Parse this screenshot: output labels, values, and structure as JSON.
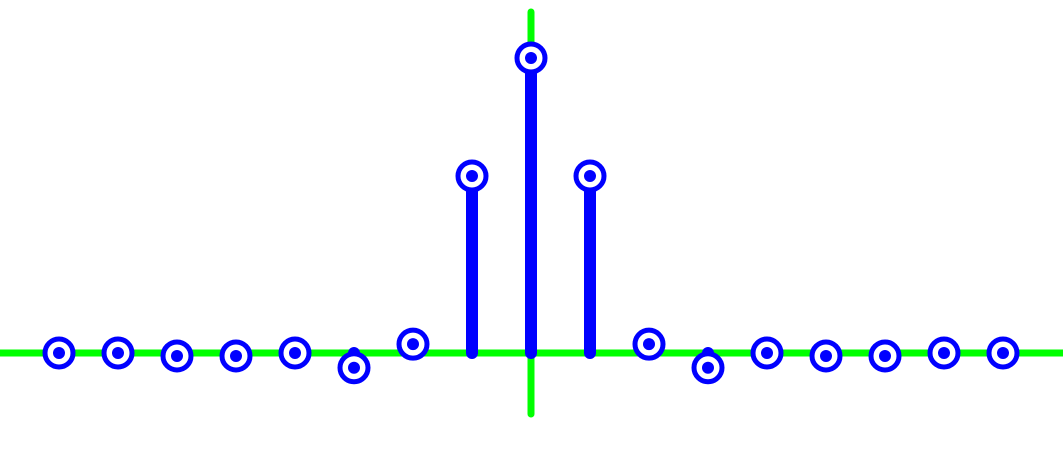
{
  "chart_data": {
    "type": "stem",
    "title": "",
    "xlabel": "",
    "ylabel": "",
    "x": [
      -8,
      -7,
      -6,
      -5,
      -4,
      -3,
      -2,
      -1,
      0,
      1,
      2,
      3,
      4,
      5,
      6,
      7,
      8
    ],
    "series": [
      {
        "values": [
          0.0,
          0.0,
          -0.01,
          -0.01,
          0.0,
          -0.05,
          0.03,
          0.6,
          1.0,
          0.6,
          0.03,
          -0.05,
          0.0,
          -0.01,
          -0.01,
          0.0,
          0.0
        ]
      }
    ],
    "xlim": [
      -9.0,
      9.0
    ],
    "ylim": [
      -0.2,
      1.2
    ],
    "axes_crosshair": true,
    "grid": false,
    "legend": "none",
    "colors": {
      "stem": "#0000ff",
      "axis": "#00ff00",
      "background": "#ffffff"
    }
  }
}
